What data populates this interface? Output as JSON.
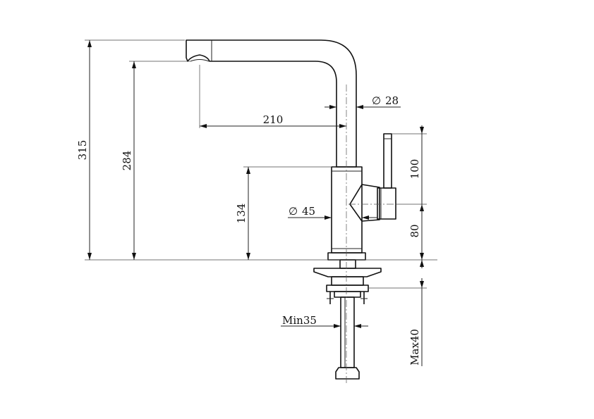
{
  "dimensions": {
    "total_height": "315",
    "spout_height": "284",
    "body_height": "134",
    "spout_reach": "210",
    "spout_diameter": "28",
    "body_diameter": "45",
    "lever_height": "100",
    "lever_offset": "80",
    "min_hole": "Min35",
    "max_deck": "Max40"
  },
  "diameter_symbol": "∅",
  "colors": {
    "line": "#111111",
    "background": "#ffffff"
  }
}
